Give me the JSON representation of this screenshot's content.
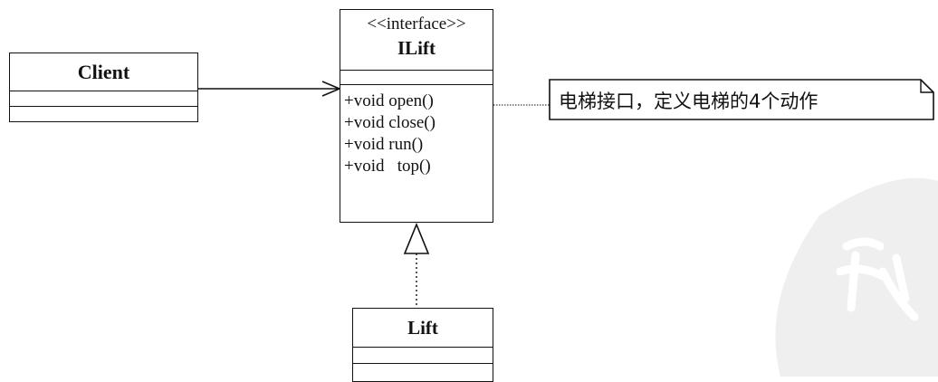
{
  "classes": {
    "client": {
      "name": "Client"
    },
    "ilift": {
      "stereotype": "<<interface>>",
      "name": "ILift",
      "operations": [
        "+void open()",
        "+void close()",
        "+void run()",
        "+void   top()"
      ]
    },
    "lift": {
      "name": "Lift"
    }
  },
  "note": {
    "text": "电梯接口，定义电梯的4个动作"
  },
  "colors": {
    "line": "#111111",
    "watermark": "#efefef"
  }
}
